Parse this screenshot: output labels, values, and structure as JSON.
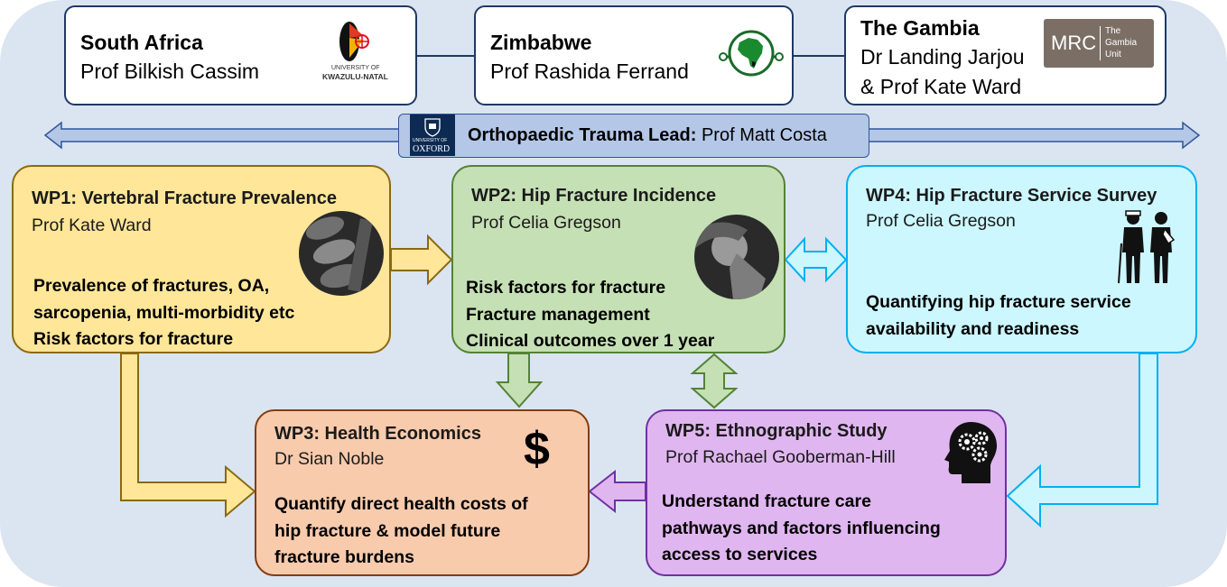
{
  "countries": [
    {
      "name": "South Africa",
      "lead": "Prof Bilkish Cassim",
      "logo_icon": "ukzn-crest-icon",
      "logo_text": [
        "UNIVERSITY OF",
        "KWAZULU-NATAL"
      ]
    },
    {
      "name": "Zimbabwe",
      "lead": "Prof Rashida Ferrand",
      "logo_icon": "africa-globe-icon"
    },
    {
      "name": "The Gambia",
      "lead_lines": [
        "Dr Landing Jarjou",
        "& Prof Kate Ward"
      ],
      "logo_icon": "mrc-logo-icon",
      "logo_mark": "MRC",
      "logo_text": [
        "The",
        "Gambia",
        "Unit"
      ]
    }
  ],
  "ortho": {
    "label": "Orthopaedic Trauma Lead:",
    "name": "Prof Matt Costa",
    "logo_icon": "oxford-crest-icon",
    "logo_text": [
      "UNIVERSITY OF",
      "OXFORD"
    ]
  },
  "wp1": {
    "title": "WP1: Vertebral Fracture Prevalence",
    "lead": "Prof Kate Ward",
    "image_icon": "spine-xray-icon",
    "body": [
      "Prevalence of fractures, OA,",
      "sarcopenia, multi-morbidity etc",
      "Risk factors for fracture"
    ]
  },
  "wp2": {
    "title": "WP2: Hip Fracture Incidence",
    "lead": "Prof Celia Gregson",
    "image_icon": "hip-xray-icon",
    "body": [
      "Risk factors for fracture",
      "Fracture management",
      "Clinical outcomes over 1 year"
    ]
  },
  "wp3": {
    "title": "WP3: Health Economics",
    "lead": "Dr Sian Noble",
    "symbol": "$",
    "body": [
      "Quantify direct health costs of",
      "hip fracture & model future",
      "fracture burdens"
    ]
  },
  "wp4": {
    "title": "WP4: Hip Fracture Service Survey",
    "lead": "Prof Celia Gregson",
    "image_icon": "patients-icon",
    "body": [
      "Quantifying hip fracture service",
      "availability and readiness"
    ]
  },
  "wp5": {
    "title": "WP5: Ethnographic Study",
    "lead": "Prof Rachael Gooberman-Hill",
    "image_icon": "head-gears-icon",
    "body": [
      "Understand fracture care",
      "pathways and factors influencing",
      "access to services"
    ]
  },
  "colors": {
    "background": "#dae5f1",
    "navy": "#1f3864",
    "arrow_blue": "#b4c7e7",
    "wp1_fill": "#ffe699",
    "wp1_border": "#8b6914",
    "wp2_fill": "#c5e0b4",
    "wp2_border": "#548235",
    "wp3_fill": "#f8cbad",
    "wp3_border": "#843c0c",
    "wp4_fill": "#ccf7ff",
    "wp4_border": "#00b0f0",
    "wp5_fill": "#e0b6f0",
    "wp5_border": "#7030a0"
  }
}
